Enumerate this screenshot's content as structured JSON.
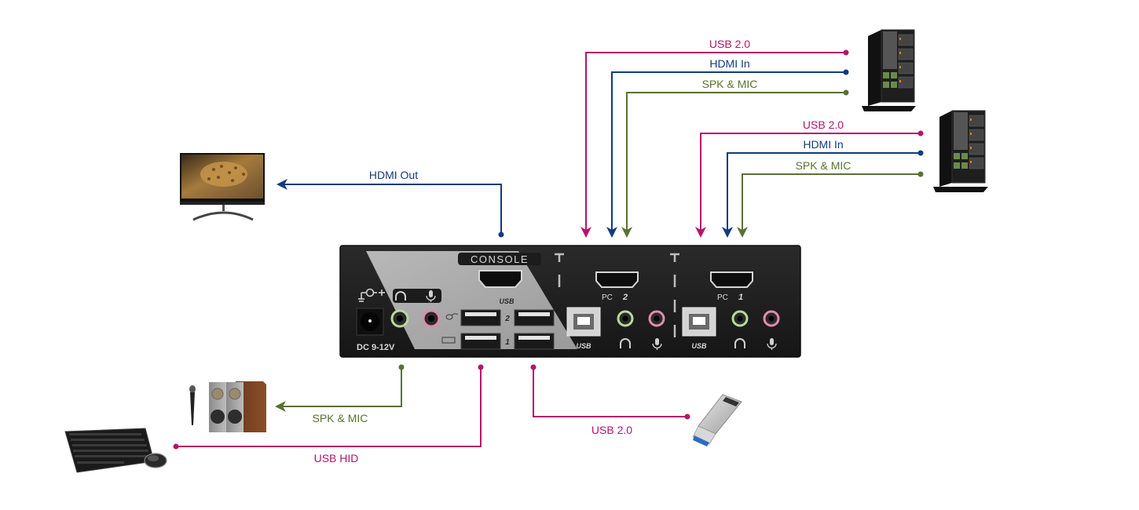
{
  "colors": {
    "usb": "#b5146b",
    "hdmi": "#123a7f",
    "audio": "#5a7131",
    "kvm_body": "#1c1c1c",
    "kvm_panel": "#a9a9a9"
  },
  "devices": {
    "monitor": "monitor",
    "speakers_mic": "speakers-and-microphone",
    "keyboard_mouse": "keyboard-and-mouse",
    "usb_drive": "usb-flash-drive",
    "pc1": "tower-server-1",
    "pc2": "tower-server-2",
    "kvm": "kvm-switch"
  },
  "connections": {
    "hdmi_out": "HDMI Out",
    "spk_mic_console": "SPK & MIC",
    "usb_hid": "USB HID",
    "usb_drive": "USB 2.0",
    "pc_top": {
      "usb": "USB 2.0",
      "hdmi": "HDMI In",
      "audio": "SPK & MIC"
    },
    "pc_bottom": {
      "usb": "USB 2.0",
      "hdmi": "HDMI In",
      "audio": "SPK & MIC"
    }
  },
  "kvm_panel": {
    "console_label": "CONSOLE",
    "console_usb_label": "USB",
    "usb_port_2": "2",
    "usb_port_1": "1",
    "dc_label": "DC  9-12V",
    "pc2_label": "PC",
    "pc2_num": "2",
    "pc1_label": "PC",
    "pc1_num": "1",
    "pc2_usb_label": "USB",
    "pc1_usb_label": "USB"
  }
}
